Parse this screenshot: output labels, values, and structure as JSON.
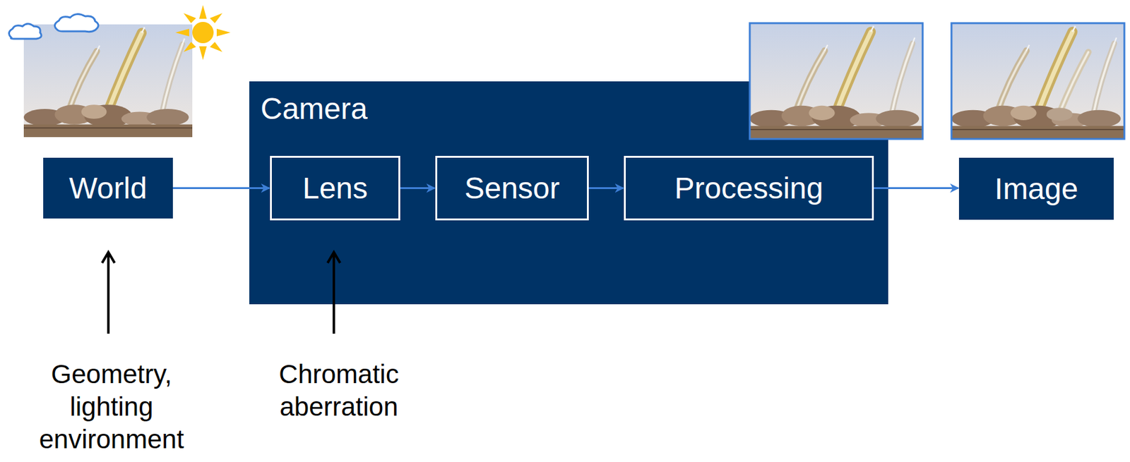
{
  "diagram": {
    "nodes": [
      {
        "text": [
          "World"
        ]
      },
      {
        "text": [
          "Camera"
        ]
      },
      {
        "text": [
          "Lens"
        ],
        "in": 1
      },
      {
        "text": [
          "Sensor"
        ],
        "in": 1
      },
      {
        "text": [
          "Processing"
        ],
        "in": 1
      },
      {
        "text": [
          "Image"
        ]
      }
    ],
    "edges": [
      {
        "from": 0,
        "to": 2,
        "arrow": "to"
      },
      {
        "from": 2,
        "to": 3,
        "arrow": "to"
      },
      {
        "from": 3,
        "to": 4,
        "arrow": "to"
      },
      {
        "from": 4,
        "to": 5,
        "arrow": "to"
      }
    ],
    "labels": [
      "Geometry, lighting environment",
      "Chromatic aberration"
    ]
  }
}
